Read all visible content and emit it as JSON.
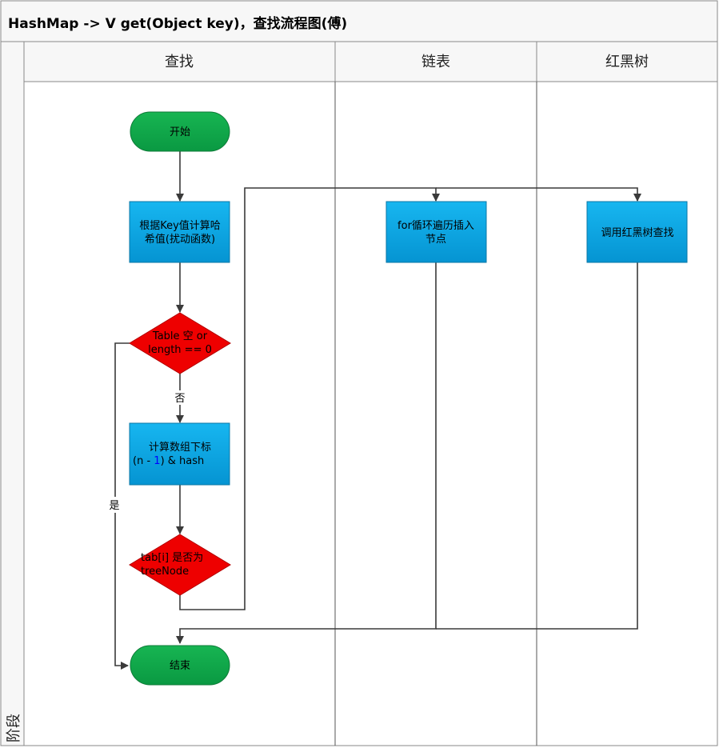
{
  "title": "HashMap ->  V get(Object key)，查找流程图(傅)",
  "stage_label": "阶段",
  "lanes": [
    "查找",
    "链表",
    "红黑树"
  ],
  "nodes": {
    "start": "开始",
    "hash_line1": "根据Key值计算哈",
    "hash_line2": "希值(扰动函数)",
    "table_check_line1": "Table 空 or",
    "table_check_line2": "length == 0",
    "no_label": "否",
    "yes_label": "是",
    "index_line1": "计算数组下标",
    "index_line2_pre": "(n - ",
    "index_line2_num": "1",
    "index_line2_post": ") & hash",
    "tree_check_line1": "tab[i] 是否为",
    "tree_check_line2": "treeNode",
    "end": "结束",
    "list_line1": "for循环遍历插入",
    "list_line2": "节点",
    "tree_search": "调用红黑树查找"
  },
  "colors": {
    "terminal_fill": "#11a84a",
    "process_fill": "#0aa3e0",
    "decision_fill": "#ee0000",
    "line": "#3a3a3a",
    "header_bg": "#f7f7f7"
  }
}
